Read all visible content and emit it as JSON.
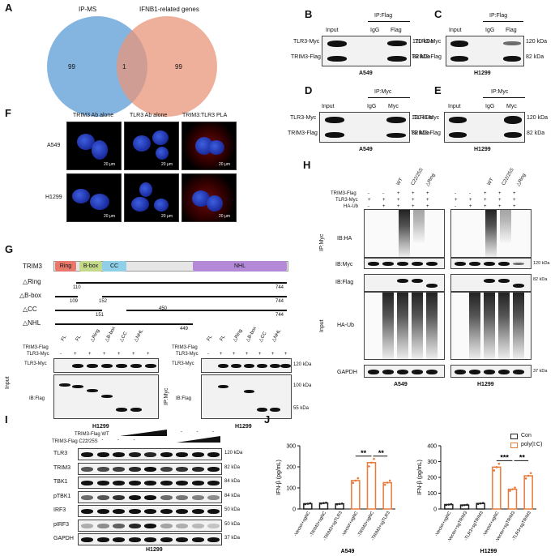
{
  "panels": {
    "A": "A",
    "B": "B",
    "C": "C",
    "D": "D",
    "E": "E",
    "F": "F",
    "G": "G",
    "H": "H",
    "I": "I",
    "J": "J"
  },
  "venn": {
    "left_label": "IP-MS",
    "right_label": "IFNB1-related genes",
    "left_only": "99",
    "overlap": "1",
    "right_only": "99",
    "left_color": "#6fa8dc",
    "right_color": "#e8967a"
  },
  "coip": {
    "ipflag": "IP:Flag",
    "ipmyc": "IP:Myc",
    "input": "Input",
    "igg": "IgG",
    "flag": "Flag",
    "myc": "Myc",
    "tlr3": "TLR3-Myc",
    "trim3": "TRIM3-Flag",
    "kda120": "120 kDa",
    "kda82": "82 kDa",
    "a549": "A549",
    "h1299": "H1299"
  },
  "pla": {
    "col1": "TRIM3 Ab alone",
    "col2": "TLR3 Ab alone",
    "col3": "TRIM3:TLR3 PLA",
    "row1": "A549",
    "row2": "H1299",
    "scale": "20 μm"
  },
  "domains": {
    "protein": "TRIM3",
    "ring": "Ring",
    "bbox": "B-box",
    "cc": "CC",
    "nhl": "NHL",
    "d_ring": "△Ring",
    "d_bbox": "△B-box",
    "d_cc": "△CC",
    "d_nhl": "△NHL",
    "n110": "110",
    "n744": "744",
    "n109": "109",
    "n152": "152",
    "n151": "151",
    "n450": "450",
    "n449": "449",
    "ring_color": "#e8786a",
    "bbox_color": "#c5d98a",
    "cc_color": "#8fd0e8",
    "nhl_color": "#b48ad8"
  },
  "g_blots": {
    "trim3flag": "TRIM3-Flag",
    "tlr3myc": "TLR3-Myc",
    "fl": "FL",
    "minus": "-",
    "plus": "+",
    "input": "Input",
    "ipmyc": "IP:Myc",
    "ibflag": "IB:Flag",
    "k120": "120 kDa",
    "k100": "100 kDa",
    "k55": "55 kDa",
    "h1299": "H1299"
  },
  "ub": {
    "trim3flag": "TRIM3-Flag",
    "tlr3myc": "TLR3-Myc",
    "haub": "HA-Ub",
    "wt": "WT",
    "c22": "C22/25S",
    "dring": "△Ring",
    "ipmyc": "IP:Myc",
    "ibha": "IB:HA",
    "ibmyc": "IB:Myc",
    "ibflag": "IB:Flag",
    "input": "Input",
    "haub_blot": "HA-Ub",
    "gapdh": "GAPDH",
    "k120": "120 kDa",
    "k82": "82 kDa",
    "k37": "37 kDa",
    "a549": "A549",
    "h1299": "H1299",
    "minus": "-",
    "plus": "+"
  },
  "titr": {
    "wt": "TRIM3-Flag WT",
    "c22": "TRIM3-Flag C22/25S",
    "minus": "-",
    "rows": [
      "TLR3",
      "TRIM3",
      "TBK1",
      "pTBK1",
      "IRF3",
      "pIRF3",
      "GAPDH"
    ],
    "kdas": [
      "120 kDa",
      "82 kDa",
      "84 kDa",
      "84 kDa",
      "50 kDa",
      "50 kDa",
      "37 kDa"
    ],
    "cell": "H1299"
  },
  "chart_data": [
    {
      "type": "bar",
      "title": "",
      "xlabel": "A549",
      "ylabel": "IFN-β (pg/mL)",
      "ylim": [
        0,
        300
      ],
      "yticks": [
        "0",
        "100",
        "200",
        "300"
      ],
      "categories": [
        "Vector+sgNC",
        "TRIM3+sgNC",
        "TRIM3+sgTLR3",
        "Vector+sgNC",
        "TRIM3+sgNC",
        "TRIM3+sgTLR3"
      ],
      "series": [
        {
          "name": "Con",
          "values": [
            25,
            28,
            24
          ]
        },
        {
          "name": "poly(I:C)",
          "values": [
            135,
            220,
            125
          ]
        }
      ],
      "sig": [
        "**",
        "**"
      ]
    },
    {
      "type": "bar",
      "title": "",
      "xlabel": "H1299",
      "ylabel": "IFN-β (pg/mL)",
      "ylim": [
        0,
        400
      ],
      "yticks": [
        "0",
        "100",
        "200",
        "300",
        "400"
      ],
      "categories": [
        "Vector+sgNC",
        "Vector+sgTRIM3",
        "TLR3+sgTRIM3",
        "Vector+sgNC",
        "Vector+sgTRIM3",
        "TLR3+sgTRIM3"
      ],
      "series": [
        {
          "name": "Con",
          "values": [
            28,
            25,
            35
          ]
        },
        {
          "name": "poly(I:C)",
          "values": [
            265,
            125,
            210
          ]
        }
      ],
      "sig": [
        "***",
        "**"
      ]
    }
  ],
  "legend": {
    "con": "Con",
    "poly": "poly(I:C)",
    "con_color": "#222222",
    "poly_color": "#e87a3a"
  }
}
